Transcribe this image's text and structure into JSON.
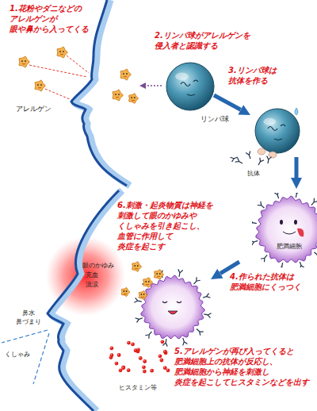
{
  "diagram": {
    "nodes": [
      {
        "text": [
          "リンパ球"
        ]
      },
      {
        "text": [
          "肥満細胞"
        ]
      }
    ],
    "labels": [
      "1.花粉やダニなどの アレルゲンが 眼や鼻から入ってくる",
      "アレルゲン",
      "2.リンパ球がアレルゲンを 侵入者と認識する",
      "3.リンパ球は 抗体を作る",
      "抗体",
      "6.刺激・起炎物質は神経を 刺激して眼のかゆみや くしゃみを引き起こし、 血管に作用して 炎症を起こす",
      "眼のかゆみ",
      "充血",
      "流涙",
      "4.作られた抗体は 肥満細胞にくっつく",
      "鼻水",
      "鼻づまり",
      "5.アレルゲンが再び入ってくると 肥満細胞上の抗体が反応し、 肥満細胞から神経を刺激し 炎症を起こしてヒスタミンなどを出す",
      "くしゃみ",
      "ヒスタミン等"
    ]
  }
}
